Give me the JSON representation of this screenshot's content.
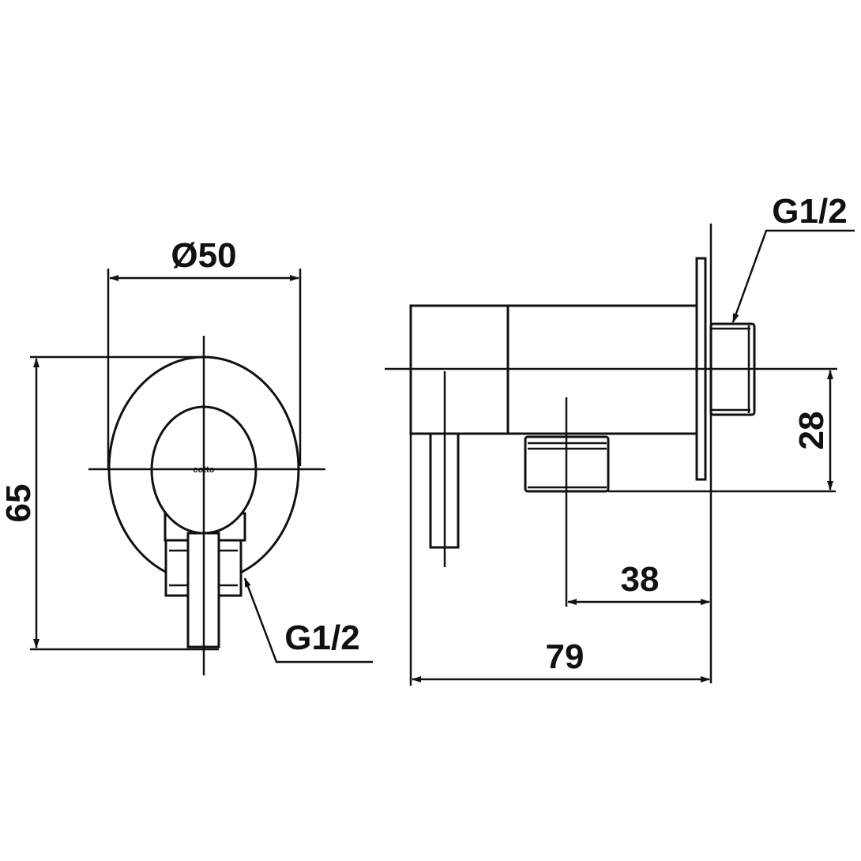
{
  "drawing": {
    "front_view": {
      "diameter_label": "Ø50",
      "height_label": "65",
      "thread_label": "G1/2",
      "logo_text": "cotto"
    },
    "side_view": {
      "thread_label": "G1/2",
      "offset_label": "28",
      "outlet_depth_label": "38",
      "total_depth_label": "79"
    },
    "colors": {
      "line": "#111111",
      "background": "#ffffff"
    }
  }
}
